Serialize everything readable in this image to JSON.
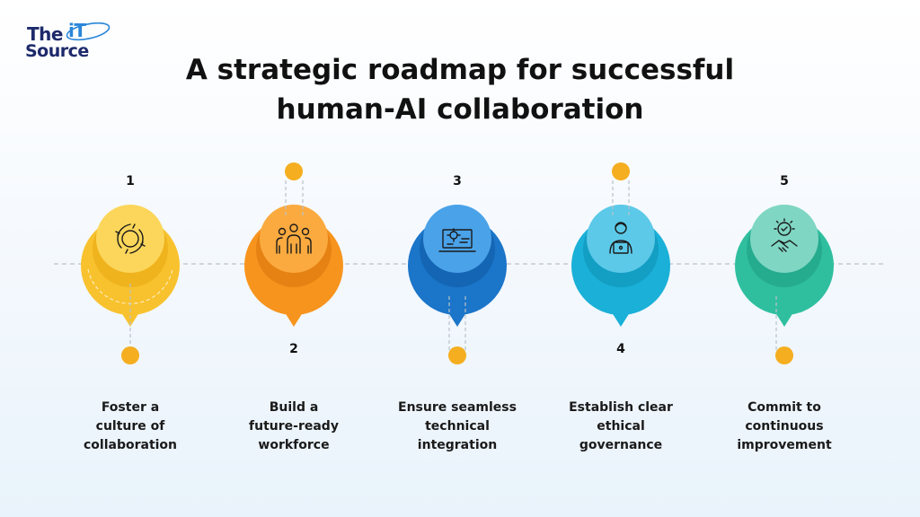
{
  "logo": {
    "line1_a": "The",
    "line1_b": "iT",
    "line2": "Source"
  },
  "title": {
    "line1": "A strategic roadmap for successful",
    "line2": "human-AI collaboration"
  },
  "steps": [
    {
      "number": "1",
      "label_lines": [
        "Foster a",
        "culture of",
        "collaboration"
      ],
      "color": "#f8c22e",
      "icon": "handshake-circle-icon"
    },
    {
      "number": "2",
      "label_lines": [
        "Build a",
        "future-ready",
        "workforce"
      ],
      "color": "#f7941d",
      "icon": "team-people-icon"
    },
    {
      "number": "3",
      "label_lines": [
        "Ensure seamless",
        "technical",
        "integration"
      ],
      "color": "#1b75c9",
      "icon": "laptop-gear-icon"
    },
    {
      "number": "4",
      "label_lines": [
        "Establish clear",
        "ethical",
        "governance"
      ],
      "color": "#1ab0d8",
      "icon": "person-laptop-icon"
    },
    {
      "number": "5",
      "label_lines": [
        "Commit to",
        "continuous",
        "improvement"
      ],
      "color": "#2fbf9f",
      "icon": "handshake-badge-icon"
    }
  ],
  "colors": {
    "dot": "#f5ae1f",
    "connector": "#b9c2ca",
    "title": "#111111"
  }
}
